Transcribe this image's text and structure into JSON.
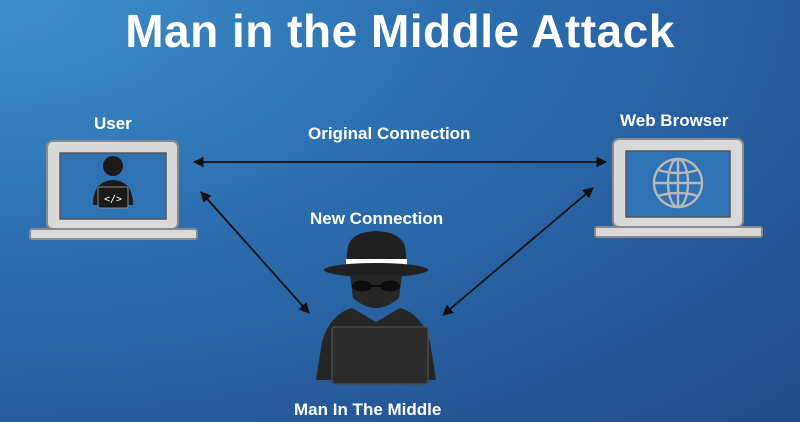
{
  "title": "Man in the Middle Attack",
  "nodes": {
    "user": {
      "label": "User",
      "icon": "laptop-hacker-icon"
    },
    "web_browser": {
      "label": "Web Browser",
      "icon": "laptop-globe-icon"
    },
    "attacker": {
      "label": "Man In The Middle",
      "icon": "hooded-spy-icon"
    }
  },
  "connections": {
    "original": {
      "label": "Original Connection"
    },
    "new": {
      "label": "New Connection"
    }
  },
  "colors": {
    "background": "#2c6fb0",
    "laptop": "#d9d9d9",
    "laptop_frame": "#8a8a8a",
    "screen": "#2f72b4",
    "figure": "#1f1f1f",
    "arrow": "#111111",
    "text": "#ffffff"
  }
}
